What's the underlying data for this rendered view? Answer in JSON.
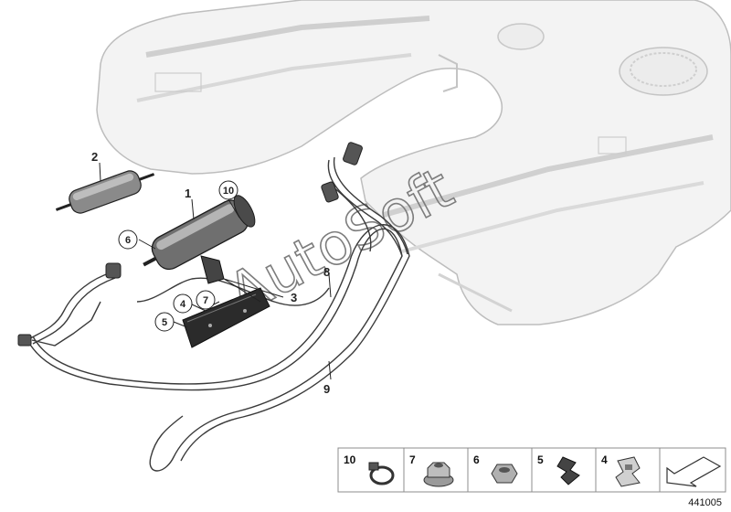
{
  "callouts": [
    {
      "id": "c2",
      "text": "2"
    },
    {
      "id": "c1",
      "text": "1"
    },
    {
      "id": "c10",
      "text": "10"
    },
    {
      "id": "c6",
      "text": "6"
    },
    {
      "id": "c4",
      "text": "4"
    },
    {
      "id": "c7",
      "text": "7"
    },
    {
      "id": "c5",
      "text": "5"
    },
    {
      "id": "c3",
      "text": "3"
    },
    {
      "id": "c8",
      "text": "8"
    },
    {
      "id": "c9",
      "text": "9"
    }
  ],
  "watermark": "AutoSoft",
  "parts_panel": [
    {
      "number": "10",
      "icon": "hose-clamp-icon"
    },
    {
      "number": "7",
      "icon": "flange-nut-icon"
    },
    {
      "number": "6",
      "icon": "hex-nut-icon"
    },
    {
      "number": "5",
      "icon": "clip-icon"
    },
    {
      "number": "4",
      "icon": "bracket-clip-icon"
    },
    {
      "number": "",
      "icon": "arrow-icon"
    }
  ],
  "reference_number": "441005"
}
